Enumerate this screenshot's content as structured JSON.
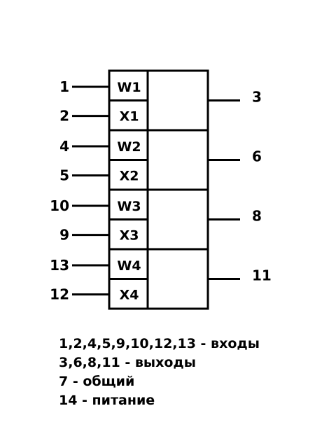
{
  "chip": {
    "sections": [
      {
        "w_label": "W1",
        "x_label": "X1",
        "w_pin": "1",
        "x_pin": "2",
        "out_pin": "3"
      },
      {
        "w_label": "W2",
        "x_label": "X2",
        "w_pin": "4",
        "x_pin": "5",
        "out_pin": "6"
      },
      {
        "w_label": "W3",
        "x_label": "X3",
        "w_pin": "10",
        "x_pin": "9",
        "out_pin": "8"
      },
      {
        "w_label": "W4",
        "x_label": "X4",
        "w_pin": "13",
        "x_pin": "12",
        "out_pin": "11"
      }
    ]
  },
  "legend": [
    "1,2,4,5,9,10,12,13 - входы",
    "3,6,8,11 - выходы",
    "7 - общий",
    "14 - питание"
  ],
  "colors": {
    "ink": "#000000",
    "background": "#ffffff"
  }
}
